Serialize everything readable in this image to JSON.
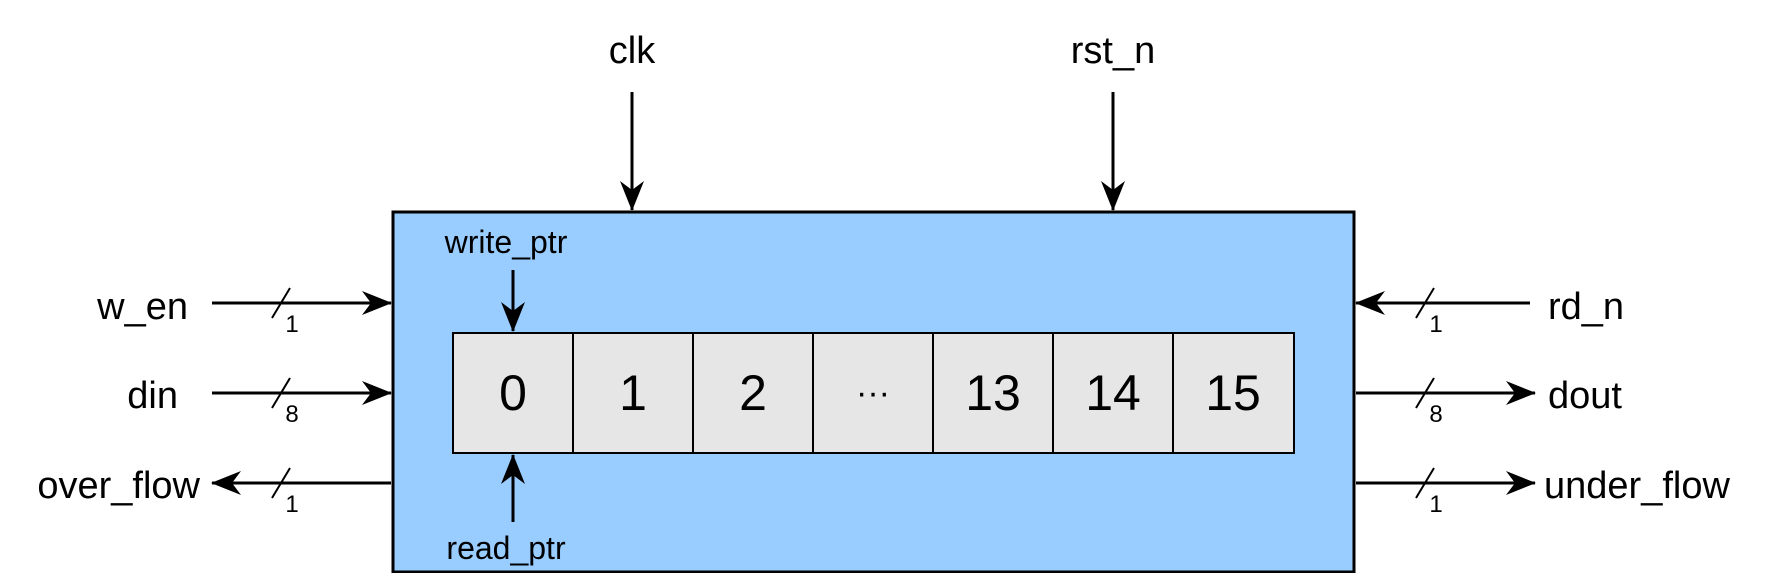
{
  "colors": {
    "block_fill": "#99ccff",
    "cell_fill": "#e6e6e6",
    "stroke": "#000000"
  },
  "signals": {
    "clk": "clk",
    "rst_n": "rst_n",
    "w_en": "w_en",
    "din": "din",
    "over_flow": "over_flow",
    "rd_n": "rd_n",
    "dout": "dout",
    "under_flow": "under_flow"
  },
  "bus_widths": {
    "w_en": "1",
    "din": "8",
    "over_flow": "1",
    "rd_n": "1",
    "dout": "8",
    "under_flow": "1"
  },
  "pointers": {
    "write": "write_ptr",
    "read": "read_ptr"
  },
  "cells": [
    "0",
    "1",
    "2",
    "···",
    "13",
    "14",
    "15"
  ]
}
